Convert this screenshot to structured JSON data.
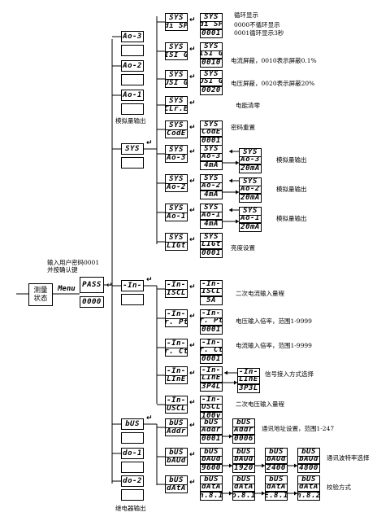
{
  "labels": {
    "state": "测量\n状态",
    "password_prompt": "输入用户密码0001\n并按确认键",
    "analog_output": "模拟量输出",
    "relay_output": "继电器输出"
  },
  "menu": {
    "l1": "Menu",
    "pass_l1": "PASS",
    "pass_l2": "0000"
  },
  "sys_branch": {
    "items": [
      {
        "id": "ao3",
        "text": "Ao-3"
      },
      {
        "id": "ao2",
        "text": "Ao-2"
      },
      {
        "id": "ao1",
        "text": "Ao-1"
      },
      {
        "id": "sys",
        "text": "SYS"
      }
    ],
    "disp": {
      "a_l1": "SYS",
      "a_l2": "di SP",
      "b_l1": "SYS",
      "b_l2": "di SP",
      "b_l3": "0001",
      "note1": "循环显示",
      "note2": "0000不循环显示",
      "note3": "0001循环显示3秒"
    },
    "isi": {
      "a_l1": "SYS",
      "a_l2": "ISI G",
      "b_l1": "SYS",
      "b_l2": "ISI G",
      "b_l3": "0010",
      "note": "电流屏蔽，0010表示屏蔽0.1%"
    },
    "usi": {
      "a_l1": "SYS",
      "a_l2": "USI G",
      "b_l1": "SYS",
      "b_l2": "USI G",
      "b_l3": "0020",
      "note": "电压屏蔽，0020表示屏蔽20%"
    },
    "clre": {
      "a_l1": "SYS",
      "a_l2": "CLr.E",
      "note": "电能清零"
    },
    "code": {
      "a_l1": "SYS",
      "a_l2": "CodE",
      "b_l1": "SYS",
      "b_l2": "CodE",
      "b_l3": "0001",
      "note": "密码重置"
    },
    "ao3": {
      "a_l1": "SYS",
      "a_l2": "Ao-3",
      "b_l1": "SYS",
      "b_l2": "Ao-3",
      "b_l3": "4mA",
      "c_l1": "SYS",
      "c_l2": "Ao-3",
      "c_l3": "20mA",
      "note": "模拟量输出"
    },
    "ao2": {
      "a_l1": "SYS",
      "a_l2": "Ao-2",
      "b_l1": "SYS",
      "b_l2": "Ao-2",
      "b_l3": "4mA",
      "c_l1": "SYS",
      "c_l2": "Ao-2",
      "c_l3": "20mA",
      "note": "模拟量输出"
    },
    "ao1": {
      "a_l1": "SYS",
      "a_l2": "Ao-1",
      "b_l1": "SYS",
      "b_l2": "Ao-1",
      "b_l3": "4mA",
      "c_l1": "SYS",
      "c_l2": "Ao-1",
      "c_l3": "20mA",
      "note": "模拟量输出"
    },
    "ligt": {
      "a_l1": "SYS",
      "a_l2": "LIGt",
      "b_l1": "SYS",
      "b_l2": "LIGt",
      "b_l3": "0001",
      "note": "亮度设置"
    }
  },
  "in_branch": {
    "head": "-In-",
    "iscl": {
      "a_l1": "-In-",
      "a_l2": "ISCL",
      "b_l1": "-In-",
      "b_l2": "ISCL",
      "b_l3": "5A",
      "note": "二次电流输入量程"
    },
    "rpt": {
      "a_l1": "-In-",
      "a_l2": "r. Pt",
      "b_l1": "-In-",
      "b_l2": "r. Pt",
      "b_l3": "0001",
      "note": "电压输入倍率，范围1-9999"
    },
    "rct": {
      "a_l1": "-In-",
      "a_l2": "r. Ct",
      "b_l1": "-In-",
      "b_l2": "r. Ct",
      "b_l3": "0001",
      "note": "电流输入倍率，范围1-9999"
    },
    "line": {
      "a_l1": "-In-",
      "a_l2": "LInE",
      "b_l1": "-In-",
      "b_l2": "LInE",
      "b_l3": "3P4L",
      "c_l1": "-In-",
      "c_l2": "LInE",
      "c_l3": "3P3L",
      "note": "信号接入方式选择"
    },
    "uscl": {
      "a_l1": "-In-",
      "a_l2": "USCL",
      "b_l1": "-In-",
      "b_l2": "USCL",
      "b_l3": "100v",
      "note": "二次电压输入量程"
    }
  },
  "bus_branch": {
    "head": "bUS",
    "do1": "do-1",
    "do2": "do-2",
    "addr": {
      "a_l1": "bUS",
      "a_l2": "Addr",
      "b_l1": "bUS",
      "b_l2": "Addr",
      "b_l3": "0001",
      "c_l1": "bUS",
      "c_l2": "Addr",
      "c_l3": "0006",
      "note": "通讯地址设置，范围1-247"
    },
    "baud": {
      "a_l1": "bUS",
      "a_l2": "bAUd",
      "b_l1": "bUS",
      "b_l2": "bAUd",
      "b_l3": "9600",
      "c_l1": "bUS",
      "c_l2": "bAUd",
      "c_l3": "1920",
      "d_l1": "bUS",
      "d_l2": "bAUd",
      "d_l3": "2400",
      "e_l1": "bUS",
      "e_l2": "bAUd",
      "e_l3": "4800",
      "note": "通讯波特率选择"
    },
    "data": {
      "a_l1": "bUS",
      "a_l2": "dAtA",
      "b_l1": "bUS",
      "b_l2": "dAtA",
      "b_l3": "n.8.1",
      "c_l1": "bUS",
      "c_l2": "dAtA",
      "c_l3": "o.8.1",
      "d_l1": "bUS",
      "d_l2": "dAtA",
      "d_l3": "E.8.1",
      "e_l1": "bUS",
      "e_l2": "dAtA",
      "e_l3": "n.8.2",
      "note": "校验方式"
    }
  },
  "enter_symbol": "↵"
}
